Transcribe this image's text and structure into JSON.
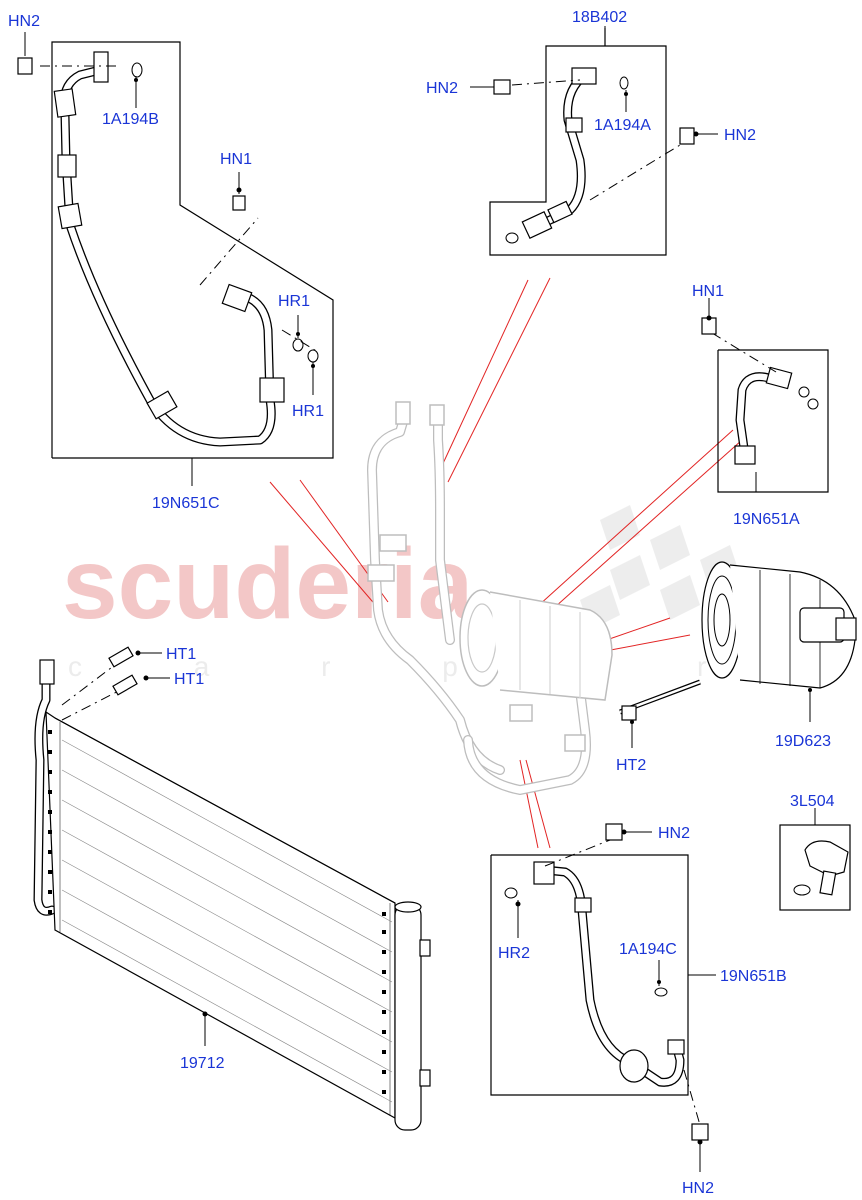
{
  "watermark": {
    "main": "scuderia",
    "sub": "c a r p a r t s"
  },
  "labels": {
    "hn2_top_left": "HN2",
    "a194b": "1A194B",
    "hn1_left": "HN1",
    "hr1_a": "HR1",
    "hr1_b": "HR1",
    "n651c": "19N651C",
    "b402": "18B402",
    "hn2_b402_left": "HN2",
    "a194a": "1A194A",
    "hn2_b402_right": "HN2",
    "hn1_right": "HN1",
    "n651a": "19N651A",
    "ht1_a": "HT1",
    "ht1_b": "HT1",
    "ht2": "HT2",
    "d623": "19D623",
    "l504": "3L504",
    "hn2_lower": "HN2",
    "hr2": "HR2",
    "a194c": "1A194C",
    "n651b": "19N651B",
    "p19712": "19712",
    "hn2_bottom": "HN2"
  },
  "colors": {
    "label": "#1a35d6",
    "callout": "#e22424",
    "watermark": "#f3c7c7"
  }
}
